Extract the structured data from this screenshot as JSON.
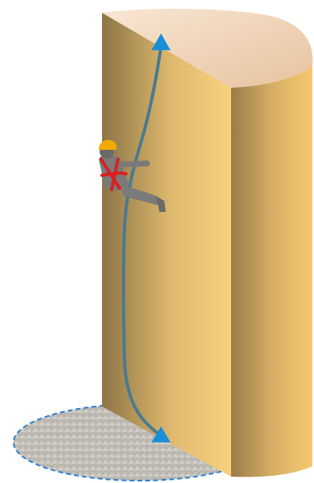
{
  "scene": {
    "description_free": true
  },
  "colors": {
    "rock_front_dark": "#8d7546",
    "rock_front_light": "#f8d07e",
    "rock_side_dark": "#9a7c49",
    "rock_side_light": "#f6c872",
    "rock_top_light": "#f8e6d4",
    "rock_top_dark": "#e7c39f",
    "ground_fill": "#c9c6c0",
    "ground_outline": "#2a7fd0",
    "rope": "#4a7a8e",
    "anchor": "#1a8fd8",
    "helmet": "#f2a900",
    "harness": "#d9201f",
    "climber_body": "#7a7a7a"
  },
  "icons": {
    "top_anchor": "triangle-up",
    "bottom_anchor": "triangle-up",
    "climber": "person-rappelling"
  }
}
